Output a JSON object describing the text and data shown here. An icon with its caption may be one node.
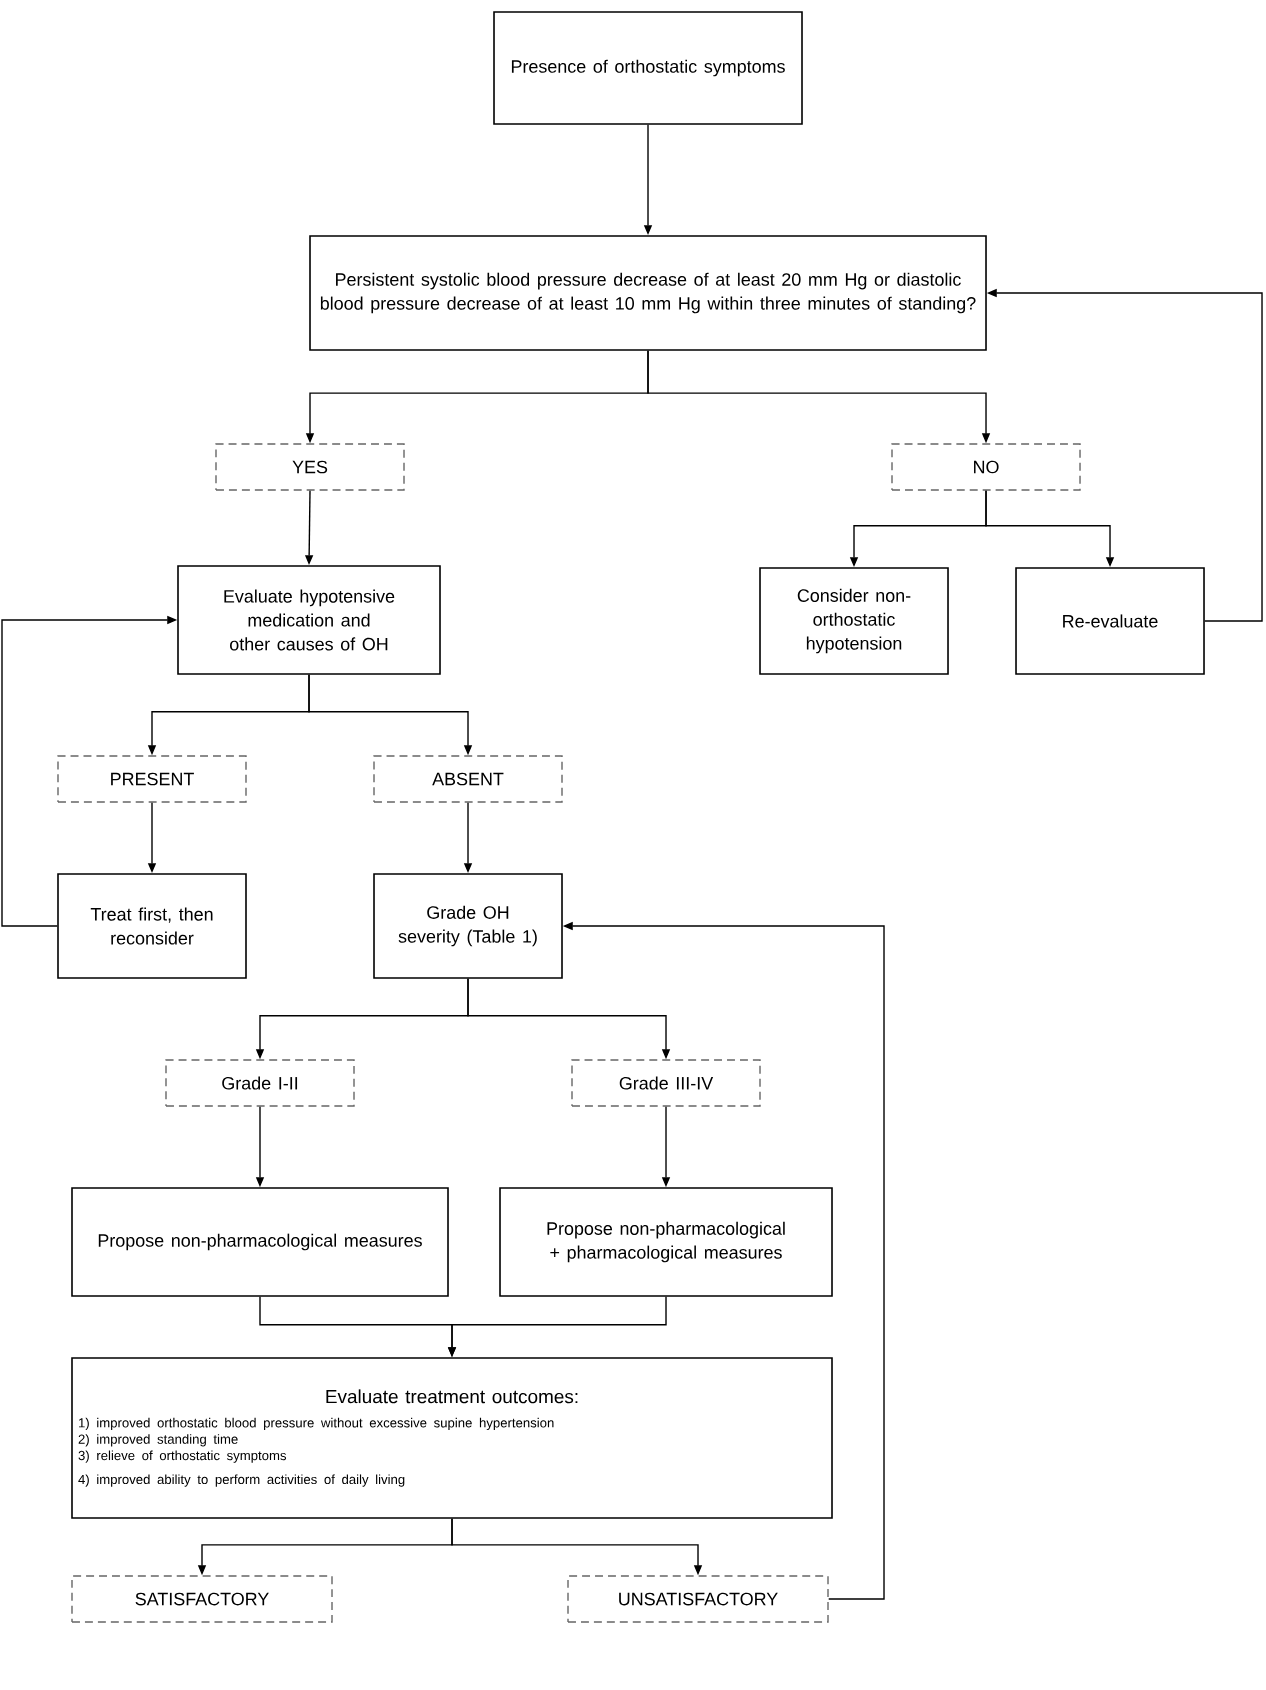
{
  "diagram": {
    "nodes": [
      {
        "text": [
          "Presence of orthostatic symptoms"
        ]
      },
      {
        "text": [
          "Persistent systolic blood pressure decrease of at least 20 mm Hg or diastolic blood pressure decrease of at least 10 mm Hg within three minutes of standing?"
        ]
      },
      {
        "text": [
          "YES"
        ]
      },
      {
        "text": [
          "NO"
        ]
      },
      {
        "text": [
          "Evaluate hypotensive medication and other causes of OH"
        ]
      },
      {
        "text": [
          "Consider non-orthostatic hypotension"
        ]
      },
      {
        "text": [
          "Re-evaluate"
        ]
      },
      {
        "text": [
          "PRESENT"
        ]
      },
      {
        "text": [
          "ABSENT"
        ]
      },
      {
        "text": [
          "Treat first, then reconsider"
        ]
      },
      {
        "text": [
          "Grade OH severity (Table 1)"
        ]
      },
      {
        "text": [
          "Grade I-II"
        ]
      },
      {
        "text": [
          "Grade III-IV"
        ]
      },
      {
        "text": [
          "Propose non-pharmacological measures"
        ]
      },
      {
        "text": [
          "Propose non-pharmacological + pharmacological measures"
        ]
      },
      {
        "text": [
          "Evaluate treatment outcomes:",
          "1) improved orthostatic blood pressure without excessive supine hypertension",
          "2) improved standing time",
          "3) relieve of orthostatic symptoms",
          "4) improved ability to perform activities of daily living"
        ]
      },
      {
        "text": [
          "SATISFACTORY"
        ]
      },
      {
        "text": [
          "UNSATISFACTORY"
        ]
      }
    ],
    "edges": [
      {
        "from": 0,
        "to": 1,
        "arrow": "to"
      },
      {
        "from": 1,
        "to": 2,
        "arrow": "to"
      },
      {
        "from": 1,
        "to": 3,
        "arrow": "to"
      },
      {
        "from": 2,
        "to": 4,
        "arrow": "to"
      },
      {
        "from": 3,
        "to": 5,
        "arrow": "to"
      },
      {
        "from": 3,
        "to": 6,
        "arrow": "to"
      },
      {
        "from": 6,
        "to": 1,
        "arrow": "to"
      },
      {
        "from": 4,
        "to": 7,
        "arrow": "to"
      },
      {
        "from": 4,
        "to": 8,
        "arrow": "to"
      },
      {
        "from": 7,
        "to": 9,
        "arrow": "to"
      },
      {
        "from": 8,
        "to": 10,
        "arrow": "to"
      },
      {
        "from": 9,
        "to": 4,
        "arrow": "to"
      },
      {
        "from": 10,
        "to": 11,
        "arrow": "to"
      },
      {
        "from": 10,
        "to": 12,
        "arrow": "to"
      },
      {
        "from": 11,
        "to": 13,
        "arrow": "to"
      },
      {
        "from": 12,
        "to": 14,
        "arrow": "to"
      },
      {
        "from": 13,
        "to": 15,
        "arrow": "to"
      },
      {
        "from": 14,
        "to": 15,
        "arrow": "to"
      },
      {
        "from": 15,
        "to": 16,
        "arrow": "to"
      },
      {
        "from": 15,
        "to": 17,
        "arrow": "to"
      },
      {
        "from": 17,
        "to": 10,
        "arrow": "to"
      }
    ]
  }
}
